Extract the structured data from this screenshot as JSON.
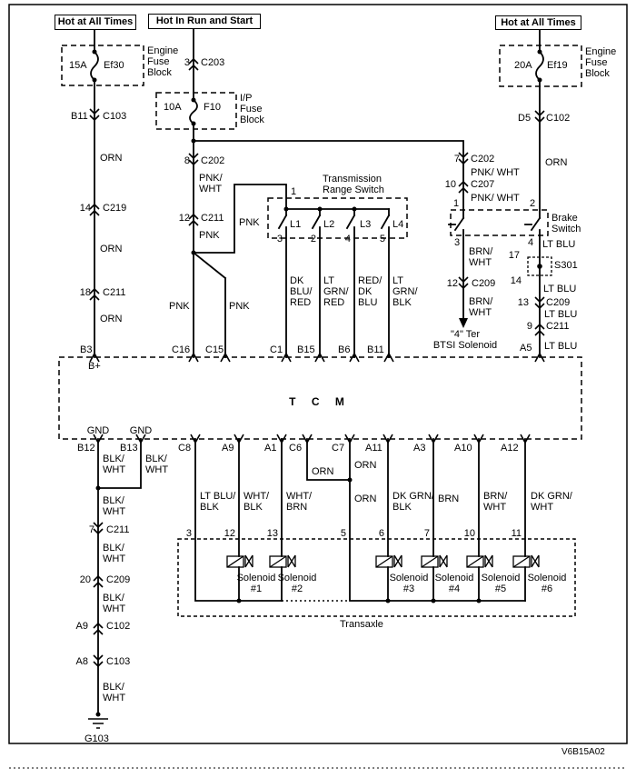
{
  "header": {
    "hot_left": "Hot at All Times",
    "hot_mid": "Hot In Run and Start",
    "hot_right": "Hot at All Times"
  },
  "fuses": {
    "ef30": {
      "amps": "15A",
      "name": "Ef30",
      "block": "Engine\nFuse\nBlock"
    },
    "f10": {
      "amps": "10A",
      "name": "F10",
      "block": "I/P\nFuse\nBlock"
    },
    "ef19": {
      "amps": "20A",
      "name": "Ef19",
      "block": "Engine\nFuse\nBlock"
    }
  },
  "left_chain": {
    "c103_pin": "B11",
    "c103": "C103",
    "orn1": "ORN",
    "c219_pin": "14",
    "c219": "C219",
    "orn2": "ORN",
    "c211_pin": "18",
    "c211": "C211",
    "orn3": "ORN"
  },
  "mid_chain": {
    "c203_pin": "3",
    "c203": "C203",
    "c202_pin": "8",
    "c202": "C202",
    "pnk_wht": "PNK/\nWHT",
    "c211_pin": "12",
    "c211": "C211",
    "pnk1": "PNK",
    "pnk_branch": "PNK",
    "pnk_c16": "PNK",
    "pnk_c15": "PNK"
  },
  "trs": {
    "title": "Transmission\nRange Switch",
    "pin_in": "1",
    "l1": "L1",
    "l2": "L2",
    "l3": "L3",
    "l4": "L4",
    "p3": "3",
    "p2": "2",
    "p4": "4",
    "p5": "5",
    "w1": "DK\nBLU/\nRED",
    "w2": "LT\nGRN/\nRED",
    "w3": "RED/\nDK\nBLU",
    "w4": "LT\nGRN/\nBLK"
  },
  "brake": {
    "c202_pin": "7",
    "c202": "C202",
    "pnkwht1": "PNK/ WHT",
    "c207_pin": "10",
    "c207": "C207",
    "pnkwht2": "PNK/ WHT",
    "pin1": "1",
    "pin2": "2",
    "label": "Brake\nSwitch",
    "pin3": "3",
    "pin4": "4",
    "brnwht1": "BRN/\nWHT",
    "c209_pin": "12",
    "c209": "C209",
    "brnwht2": "BRN/\nWHT",
    "btsi": "\"4\" Ter\nBTSI Solenoid"
  },
  "right_chain": {
    "c102_pin": "D5",
    "c102": "C102",
    "orn": "ORN",
    "ltblu1": "LT BLU",
    "s301_in": "17",
    "s301": "S301",
    "s301_out": "14",
    "ltblu2": "LT BLU",
    "c209_pin": "13",
    "c209": "C209",
    "ltblu3": "LT BLU",
    "c211_pin": "9",
    "c211": "C211",
    "ltblu4": "LT BLU"
  },
  "tcm": {
    "name": "T C M",
    "bplus": "B+",
    "gnd1": "GND",
    "gnd2": "GND",
    "top": {
      "b3": "B3",
      "c16": "C16",
      "c15": "C15",
      "c1": "C1",
      "b15": "B15",
      "b6": "B6",
      "b11": "B11",
      "a5": "A5"
    },
    "bottom": {
      "b12": "B12",
      "b13": "B13",
      "c8": "C8",
      "a9": "A9",
      "a1": "A1",
      "c6": "C6",
      "c7": "C7",
      "a11": "A11",
      "a3": "A3",
      "a10": "A10",
      "a12": "A12"
    }
  },
  "ground_chain": {
    "blkwht1": "BLK/\nWHT",
    "blkwht2": "BLK/\nWHT",
    "blkwht3": "BLK/\nWHT",
    "c211_pin": "7",
    "c211": "C211",
    "blkwht4": "BLK/\nWHT",
    "c209_pin": "20",
    "c209": "C209",
    "blkwht5": "BLK/\nWHT",
    "c102_pin": "A9",
    "c102": "C102",
    "c103_pin": "A8",
    "c103": "C103",
    "blkwht6": "BLK/\nWHT",
    "ground": "G103"
  },
  "solenoid_circuit": {
    "w_c8": "LT BLU/\nBLK",
    "w_a9": "WHT/\nBLK",
    "w_a1": "WHT/\nBRN",
    "orn_c6": "ORN",
    "orn_c7a": "ORN",
    "orn_c7b": "ORN",
    "w_a11": "DK GRN/\nBLK",
    "w_a3": "BRN",
    "w_a10": "BRN/\nWHT",
    "w_a12": "DK GRN/\nWHT",
    "p3": "3",
    "p12": "12",
    "p13": "13",
    "p5": "5",
    "p6": "6",
    "p7": "7",
    "p10": "10",
    "p11": "11",
    "sol1": "Solenoid\n#1",
    "sol2": "Solenoid\n#2",
    "sol3": "Solenoid\n#3",
    "sol4": "Solenoid\n#4",
    "sol5": "Solenoid\n#5",
    "sol6": "Solenoid\n#6",
    "transaxle": "Transaxle"
  },
  "footer": {
    "diagram_id": "V6B15A02"
  },
  "colors": {
    "line": "#000000",
    "background": "#ffffff"
  }
}
